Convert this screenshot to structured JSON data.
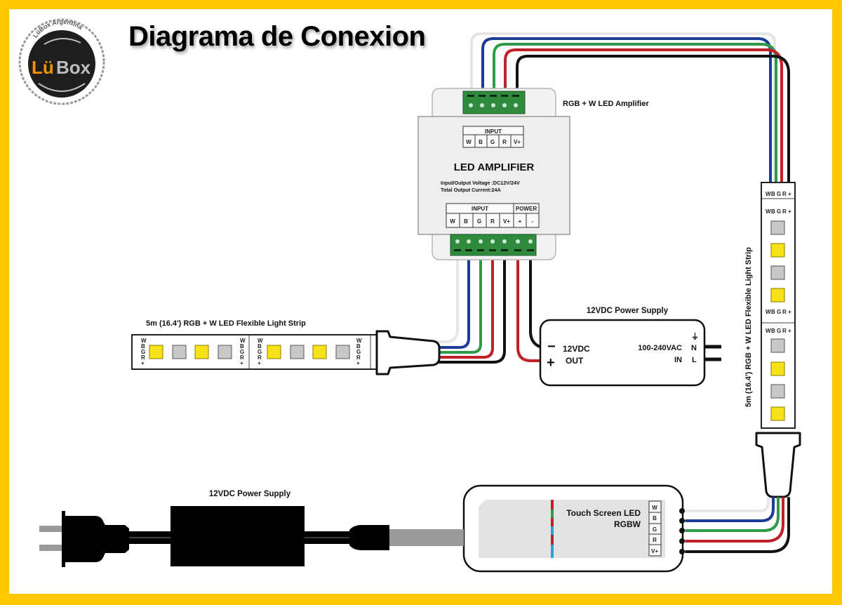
{
  "title": "Diagrama de Conexion",
  "logo": {
    "ring_text": "LüBox Argentina",
    "brand_part1": "Lü",
    "brand_part2": "Box",
    "colors": {
      "orange": "#F39200",
      "grey": "#BDBDBD",
      "dark": "#1e1e1e"
    }
  },
  "colors": {
    "frame": "#FFC700",
    "wire_white": "#E6E6E6",
    "wire_blue": "#1C3C96",
    "wire_green": "#2E9B4B",
    "wire_red": "#C0202A",
    "wire_black": "#111111",
    "terminal_green": "#2F8A3E",
    "led_yellow": "#F7E21A",
    "led_grey": "#C8C8C8"
  },
  "amplifier": {
    "caption": "RGB + W LED Amplifier",
    "name": "LED AMPLIFIER",
    "spec_line1": "Input/Output Voltage :DC12V/24V",
    "spec_line2": "Total Output Current:24A",
    "output_header": "INPUT",
    "output_pins": [
      "W",
      "B",
      "G",
      "R",
      "V+"
    ],
    "input_header": "INPUT",
    "input_pins": [
      "W",
      "B",
      "G",
      "R",
      "V+"
    ],
    "power_header": "POWER",
    "power_pins": [
      "+",
      "-"
    ]
  },
  "strip_horizontal": {
    "caption": "5m (16.4') RGB + W LED Flexible Light Strip",
    "pad_labels": [
      "W",
      "B",
      "G",
      "R",
      "+"
    ]
  },
  "strip_vertical": {
    "caption": "5m (16.4') RGB + W LED Flexible Light Strip",
    "pad_labels": [
      "W",
      "B",
      "G",
      "R",
      "+"
    ]
  },
  "psu_small": {
    "caption": "12VDC Power Supply",
    "minus": "−",
    "plus": "+",
    "out_line1": "12VDC",
    "out_line2": "OUT",
    "in_line1": "100-240VAC",
    "in_line2": "IN",
    "ground_symbol": "⏚",
    "h_label": "N",
    "l_label": "L"
  },
  "psu_brick": {
    "caption": "12VDC Power Supply"
  },
  "controller": {
    "line1": "Touch Screen LED",
    "line2": "RGBW",
    "pins": [
      "W",
      "B",
      "G",
      "R",
      "V+"
    ]
  }
}
